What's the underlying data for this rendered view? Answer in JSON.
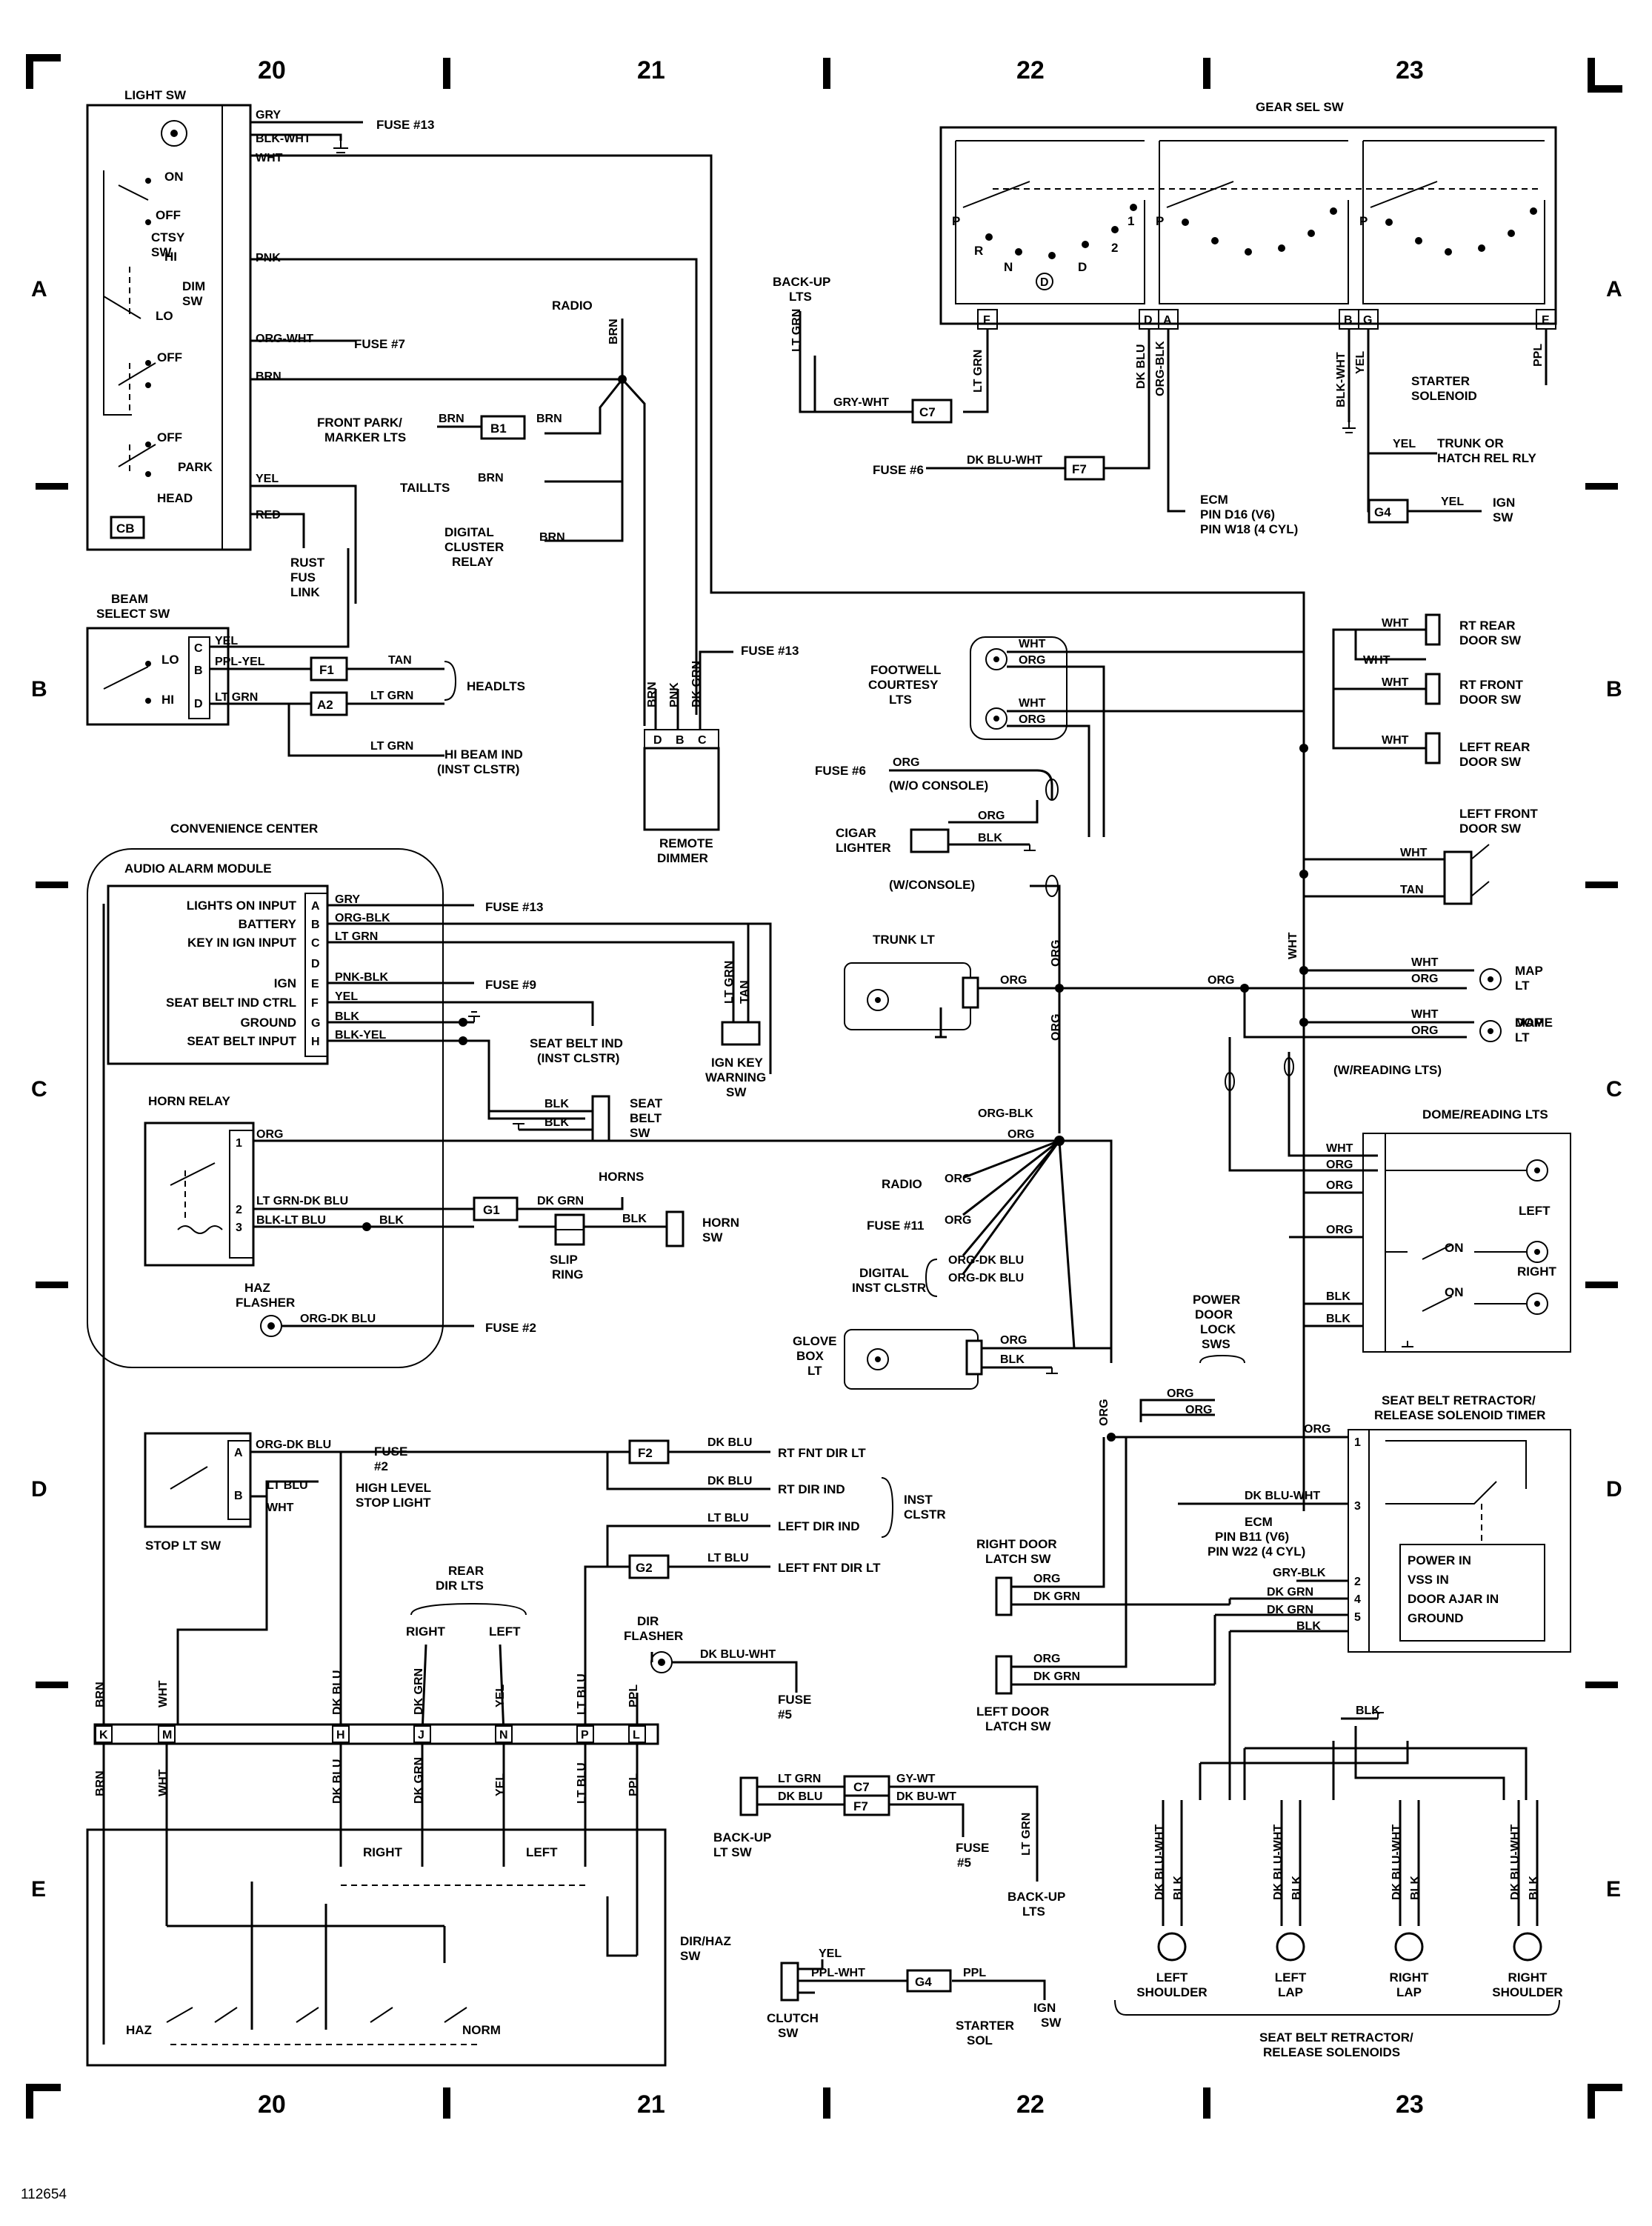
{
  "grid": {
    "columns": [
      "20",
      "21",
      "22",
      "23"
    ],
    "rows": [
      "A",
      "B",
      "C",
      "D",
      "E"
    ]
  },
  "footer_code": "112654",
  "components": {
    "light_sw": "LIGHT SW",
    "ctsy_sw": [
      "CTSY",
      "SW"
    ],
    "dim_sw": [
      "DIM",
      "SW"
    ],
    "on": "ON",
    "off": "OFF",
    "hi": "HI",
    "lo": "LO",
    "park": "PARK",
    "head": "HEAD",
    "cb": "CB",
    "beam_select_sw": [
      "BEAM",
      "SELECT SW"
    ],
    "convenience_center": "CONVENIENCE CENTER",
    "audio_alarm_module": "AUDIO ALARM MODULE",
    "horn_relay": "HORN RELAY",
    "haz_flasher": [
      "HAZ",
      "FLASHER"
    ],
    "stop_lt_sw": "STOP LT SW",
    "gear_sel_sw": "GEAR SEL SW",
    "remote_dimmer": [
      "REMOTE",
      "DIMMER"
    ],
    "footwell_courtesy_lts": [
      "FOOTWELL",
      "COURTESY",
      "LTS"
    ],
    "cigar_lighter": [
      "CIGAR",
      "LIGHTER"
    ],
    "trunk_lt": "TRUNK LT",
    "ign_key_warning_sw": [
      "IGN KEY",
      "WARNING",
      "SW"
    ],
    "seat_belt_sw": [
      "SEAT",
      "BELT",
      "SW"
    ],
    "horns": "HORNS",
    "slip_ring": [
      "SLIP",
      "RING"
    ],
    "horn_sw": [
      "HORN",
      "SW"
    ],
    "glove_box_lt": [
      "GLOVE",
      "BOX",
      "LT"
    ],
    "dome_reading_lts": "DOME/READING LTS",
    "left": "LEFT",
    "right": "RIGHT",
    "rt_rear_door_sw": [
      "RT REAR",
      "DOOR SW"
    ],
    "rt_front_door_sw": [
      "RT FRONT",
      "DOOR SW"
    ],
    "left_rear_door_sw": [
      "LEFT REAR",
      "DOOR SW"
    ],
    "left_front_door_sw": [
      "LEFT FRONT",
      "DOOR SW"
    ],
    "map_lt": [
      "MAP",
      "LT"
    ],
    "dome_lt": [
      "DOME",
      "LT"
    ],
    "w_reading_lts": "(W/READING LTS)",
    "w_o_console": "(W/O CONSOLE)",
    "w_console": "(W/CONSOLE)",
    "power_door_lock_sws": [
      "POWER",
      "DOOR",
      "LOCK",
      "SWS"
    ],
    "seat_belt_timer": [
      "SEAT BELT RETRACTOR/",
      "RELEASE SOLENOID TIMER"
    ],
    "timer_inputs": [
      "POWER IN",
      "VSS IN",
      "DOOR AJAR IN",
      "GROUND"
    ],
    "right_door_latch_sw": [
      "RIGHT DOOR",
      "LATCH SW"
    ],
    "left_door_latch_sw": [
      "LEFT DOOR",
      "LATCH SW"
    ],
    "dir_flasher": [
      "DIR",
      "FLASHER"
    ],
    "rear_dir_lts": [
      "REAR",
      "DIR LTS"
    ],
    "dir_haz_sw": [
      "DIR/HAZ",
      "SW"
    ],
    "haz": "HAZ",
    "norm": "NORM",
    "back_up_lt_sw": [
      "BACK-UP",
      "LT SW"
    ],
    "back_up_lts": [
      "BACK-UP",
      "LTS"
    ],
    "clutch_sw": [
      "CLUTCH",
      "SW"
    ],
    "starter_sol": [
      "STARTER",
      "SOL"
    ],
    "ign_sw": [
      "IGN",
      "SW"
    ],
    "starter_solenoid": [
      "STARTER",
      "SOLENOID"
    ],
    "trunk_or_hatch": [
      "TRUNK OR",
      "HATCH REL RLY"
    ],
    "ecm_d16": [
      "ECM",
      "PIN D16 (V6)",
      "PIN W18 (4 CYL)"
    ],
    "ecm_b11": [
      "ECM",
      "PIN B11 (V6)",
      "PIN W22 (4 CYL)"
    ],
    "solenoids": [
      "LEFT SHOULDER",
      "LEFT LAP",
      "RIGHT LAP",
      "RIGHT SHOULDER"
    ],
    "solenoids_label": [
      "SEAT BELT RETRACTOR/",
      "RELEASE SOLENOIDS"
    ],
    "headlts": "HEADLTS",
    "hi_beam_ind": [
      "HI BEAM IND",
      "(INST CLSTR)"
    ],
    "rust_fus_link": [
      "RUST",
      "FUS",
      "LINK"
    ],
    "front_park_marker": [
      "FRONT PARK/",
      "MARKER LTS"
    ],
    "taillts": "TAILLTS",
    "digital_cluster_relay": [
      "DIGITAL",
      "CLUSTER",
      "RELAY"
    ],
    "radio": "RADIO",
    "seat_belt_ind": [
      "SEAT BELT IND",
      "(INST CLSTR)"
    ],
    "digital_inst_clstr": [
      "DIGITAL",
      "INST CLSTR"
    ],
    "inst_clstr": [
      "INST",
      "CLSTR"
    ],
    "rt_fnt_dir_lt": "RT FNT DIR LT",
    "rt_dir_ind": "RT DIR IND",
    "left_dir_ind": "LEFT DIR IND",
    "left_fnt_dir_lt": "LEFT FNT DIR LT",
    "high_level_stop": [
      "HIGH LEVEL",
      "STOP LIGHT"
    ]
  },
  "fuses": {
    "f13": "FUSE #13",
    "f7": "FUSE #7",
    "f6": "FUSE #6",
    "f9": "FUSE #9",
    "f2": "FUSE #2",
    "f11": "FUSE #11",
    "fuse": "FUSE",
    "n2": "#2",
    "n5": "#5"
  },
  "connectors": [
    "B1",
    "F1",
    "A2",
    "C7",
    "F7",
    "G4",
    "G1",
    "F2",
    "G2"
  ],
  "audio_alarm_pins": [
    {
      "label": "LIGHTS ON INPUT",
      "pin": "A",
      "wire": "GRY"
    },
    {
      "label": "BATTERY",
      "pin": "B",
      "wire": "ORG-BLK"
    },
    {
      "label": "KEY IN IGN INPUT",
      "pin": "C",
      "wire": "LT GRN"
    },
    {
      "label": "",
      "pin": "D",
      "wire": ""
    },
    {
      "label": "IGN",
      "pin": "E",
      "wire": "PNK-BLK"
    },
    {
      "label": "SEAT BELT IND CTRL",
      "pin": "F",
      "wire": "YEL"
    },
    {
      "label": "GROUND",
      "pin": "G",
      "wire": "BLK"
    },
    {
      "label": "SEAT BELT INPUT",
      "pin": "H",
      "wire": "BLK-YEL"
    }
  ],
  "wires": {
    "gry": "GRY",
    "blk_wht": "BLK-WHT",
    "wht": "WHT",
    "pnk": "PNK",
    "org_wht": "ORG-WHT",
    "brn": "BRN",
    "yel": "YEL",
    "red": "RED",
    "ppl_yel": "PPL-YEL",
    "tan": "TAN",
    "lt_grn": "LT GRN",
    "dk_grn": "DK GRN",
    "org": "ORG",
    "blk": "BLK",
    "gry_wht": "GRY-WHT",
    "dk_blu_wht": "DK BLU-WHT",
    "dk_blu": "DK BLU",
    "org_blk": "ORG-BLK",
    "ppl": "PPL",
    "lt_grn_dk_blu": "LT GRN-DK BLU",
    "blk_lt_blu": "BLK-LT BLU",
    "org_dk_blu": "ORG-DK BLU",
    "lt_blu": "LT BLU",
    "gry_blk": "GRY-BLK",
    "gy_wt": "GY-WT",
    "dk_bu_wt": "DK BU-WT",
    "ppl_wht": "PPL-WHT",
    "blk_yel": "BLK-YEL",
    "pnk_blk": "PNK-BLK"
  },
  "gear_positions": [
    "P",
    "R",
    "N",
    "D",
    "2",
    "1"
  ],
  "gear_pins": [
    "F",
    "D",
    "A",
    "B",
    "G",
    "E"
  ],
  "dir_haz_pins": [
    "K",
    "M",
    "H",
    "J",
    "N",
    "P",
    "L"
  ]
}
